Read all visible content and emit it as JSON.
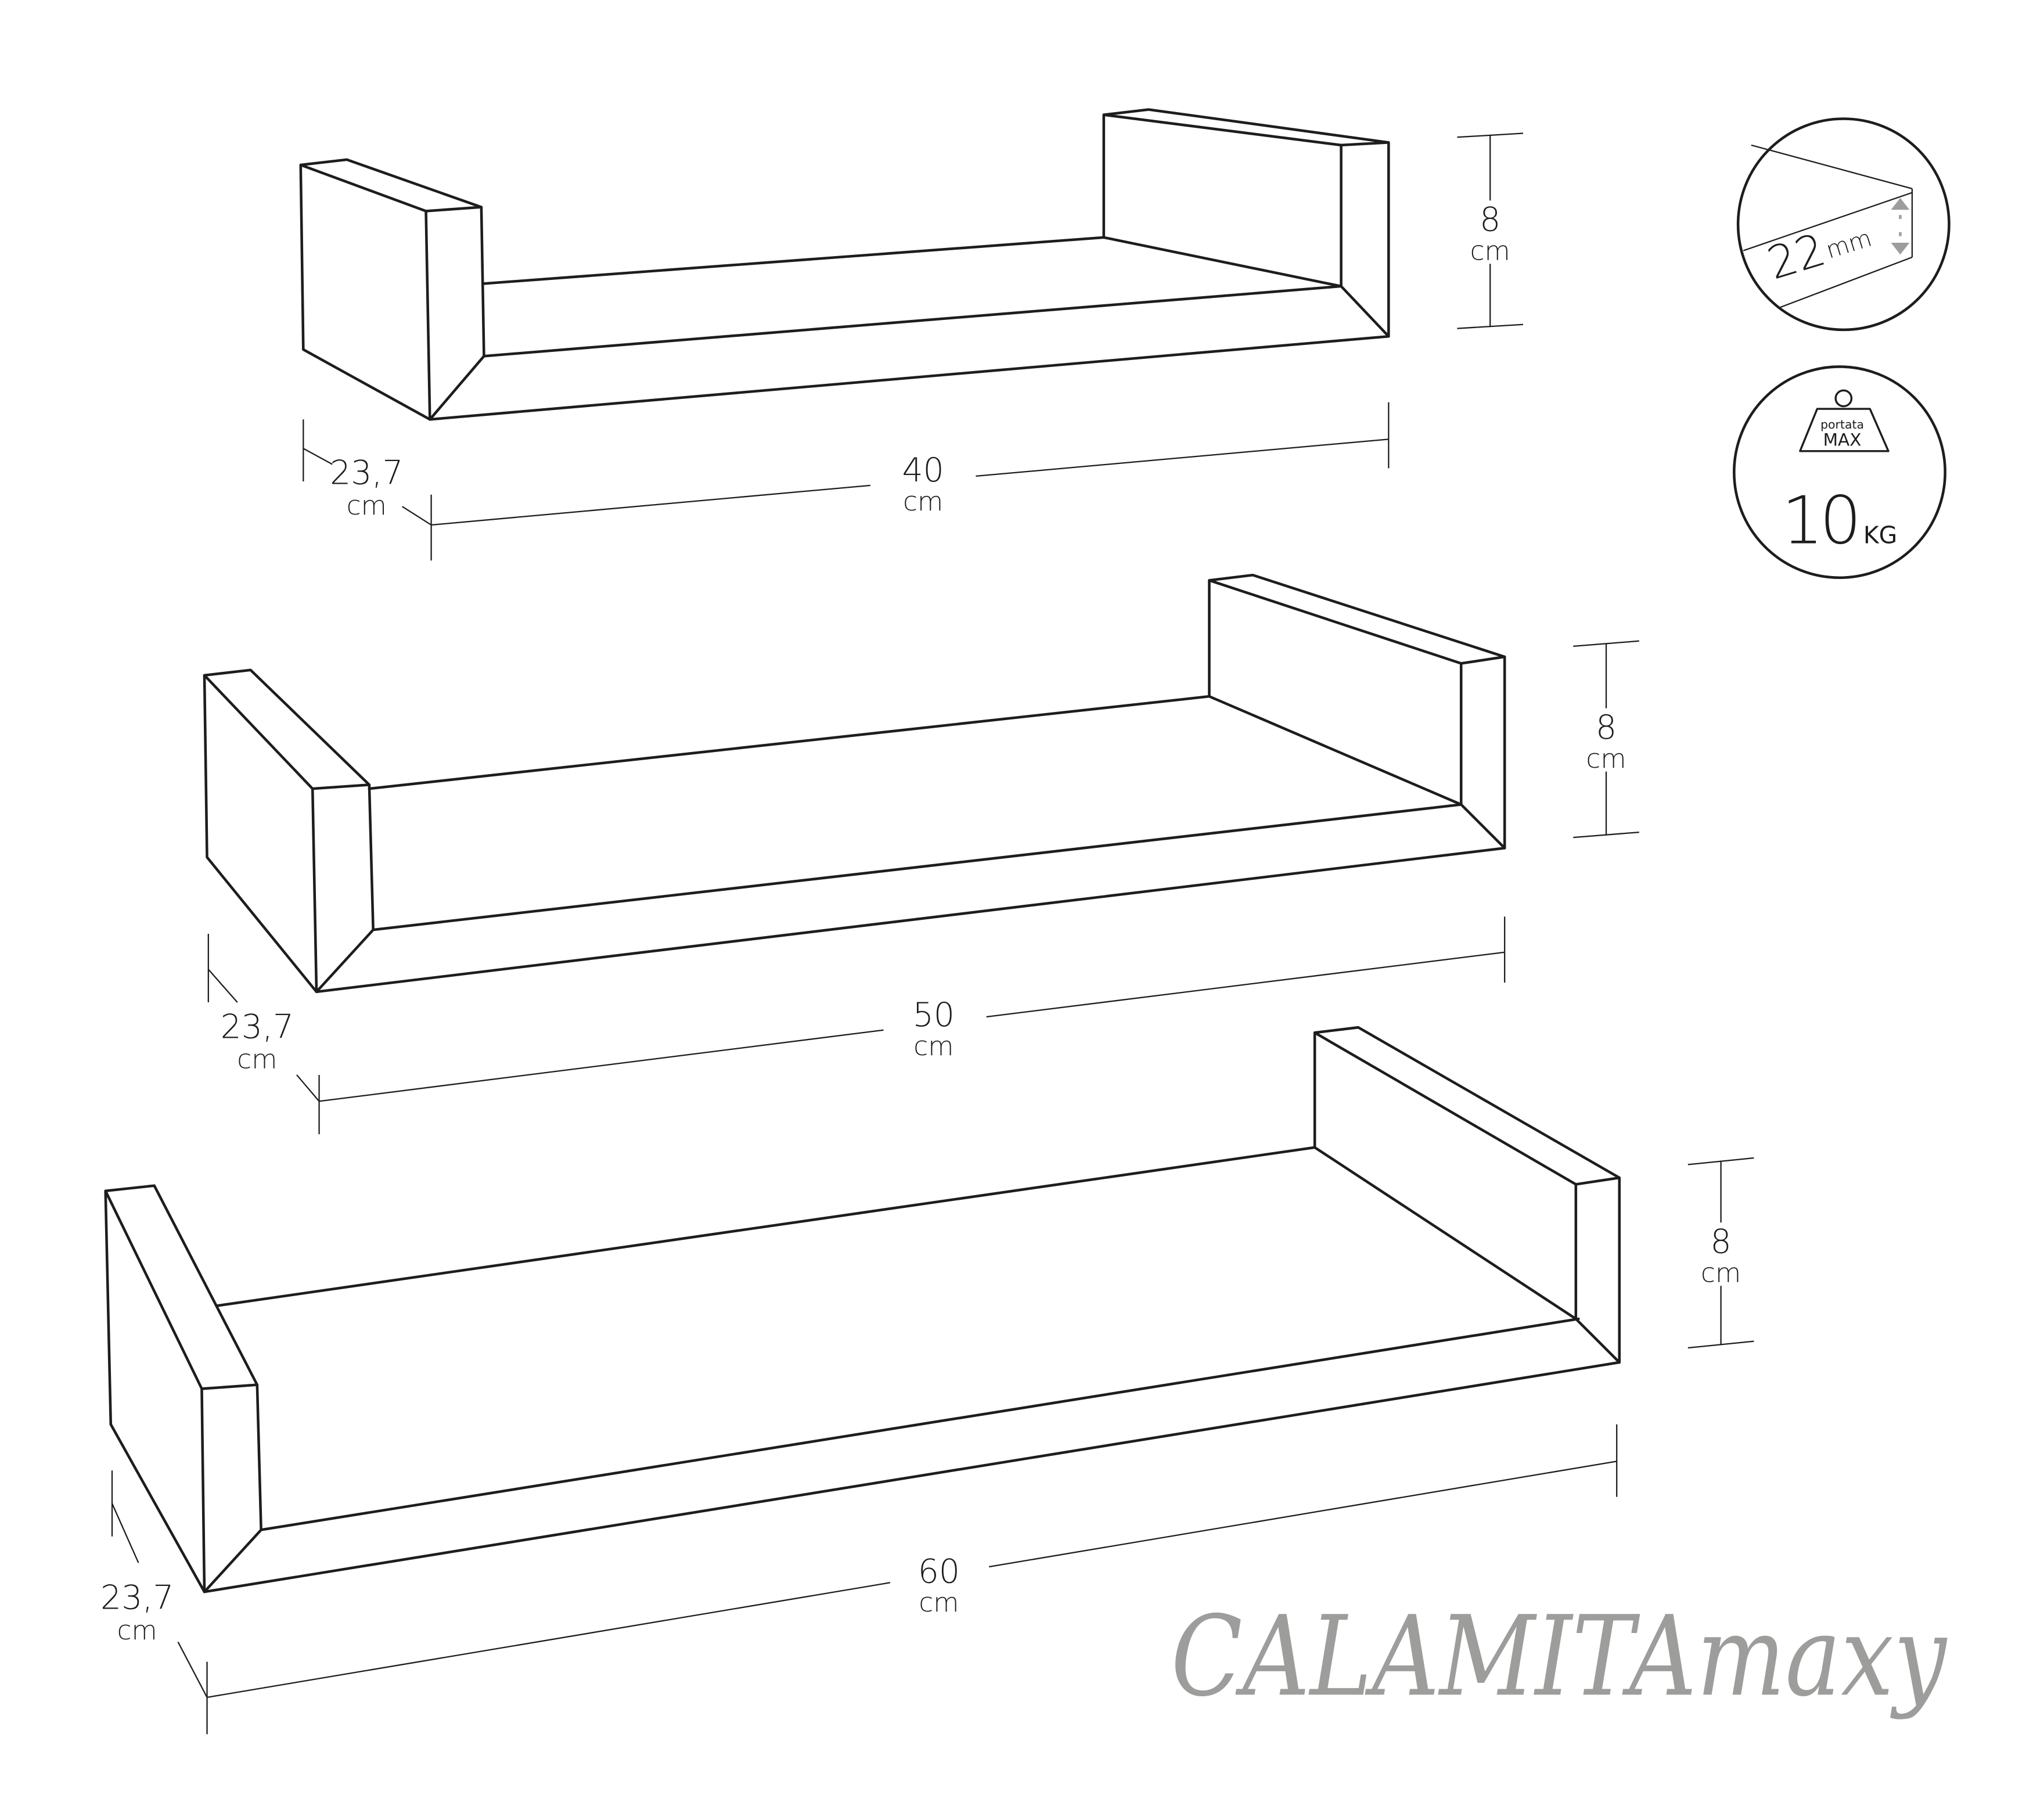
{
  "shelves": [
    {
      "width": "40",
      "height": "8",
      "depth": "23,7",
      "unit": "cm"
    },
    {
      "width": "50",
      "height": "8",
      "depth": "23,7",
      "unit": "cm"
    },
    {
      "width": "60",
      "height": "8",
      "depth": "23,7",
      "unit": "cm"
    }
  ],
  "badges": {
    "thickness": {
      "value": "22",
      "unit": "mm"
    },
    "load": {
      "label_top": "portata",
      "label_bottom": "MAX",
      "value": "10",
      "unit": "KG"
    }
  },
  "brand": {
    "logo_text": "CALAMITAmaxy",
    "color": "#9d9d9c"
  },
  "colors": {
    "line": "#1d1d1b",
    "arrow": "#9d9d9c"
  }
}
